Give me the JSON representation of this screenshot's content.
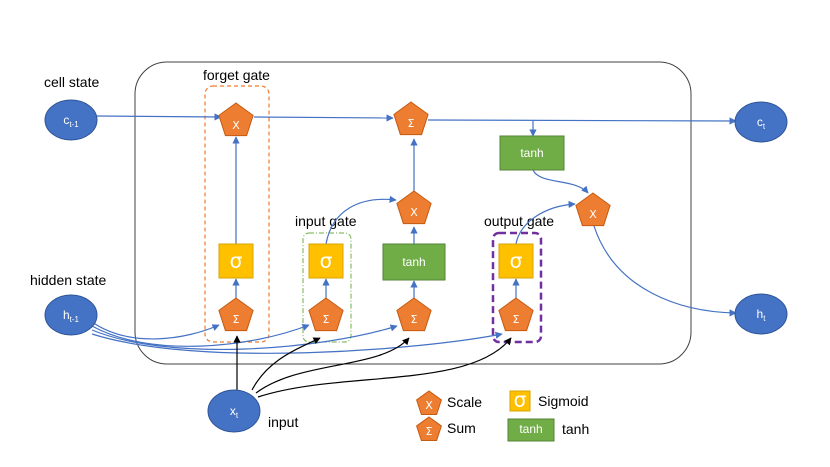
{
  "labels": {
    "cell_state": "cell state",
    "hidden_state": "hidden state",
    "input": "input",
    "forget_gate": "forget gate",
    "input_gate": "input gate",
    "output_gate": "output gate"
  },
  "nodes": {
    "c_prev": {
      "main": "c",
      "sub": "t-1"
    },
    "h_prev": {
      "main": "h",
      "sub": "t-1"
    },
    "x_t": {
      "main": "x",
      "sub": "t"
    },
    "c_t": {
      "main": "c",
      "sub": "t"
    },
    "h_t": {
      "main": "h",
      "sub": "t"
    }
  },
  "symbols": {
    "scale": "X",
    "sum": "Σ",
    "sigmoid": "σ",
    "tanh": "tanh"
  },
  "legend": {
    "scale": "Scale",
    "sum": "Sum",
    "sigmoid": "Sigmoid",
    "tanh": "tanh"
  },
  "colors": {
    "pentagon": "#ed7d31",
    "sigmoid": "#ffc000",
    "tanh": "#70ad47",
    "node": "#4472c4",
    "arrow": "#4472c4",
    "forget_gate_border": "#ed7d31",
    "input_gate_border": "#70ad47",
    "output_gate_border": "#7030a0"
  }
}
